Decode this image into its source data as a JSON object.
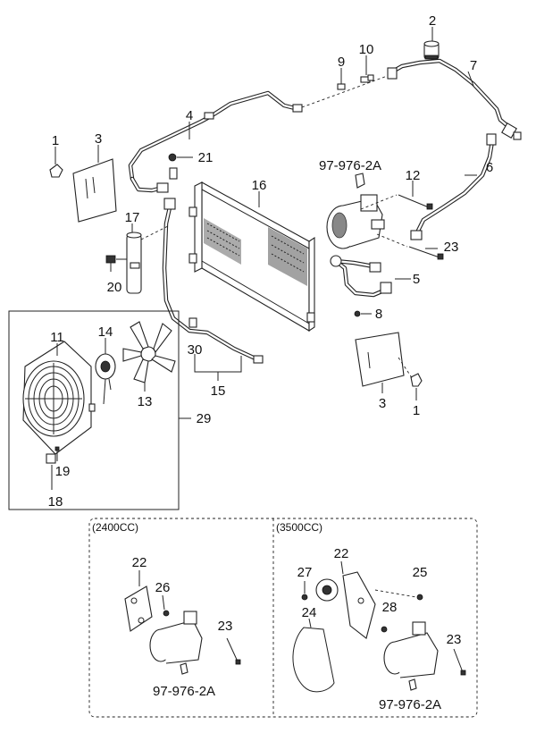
{
  "callouts": {
    "c1a": "1",
    "c1b": "1",
    "c2": "2",
    "c3a": "3",
    "c3b": "3",
    "c4": "4",
    "c5": "5",
    "c6": "6",
    "c7": "7",
    "c8": "8",
    "c9": "9",
    "c10": "10",
    "c11": "11",
    "c12": "12",
    "c13": "13",
    "c14": "14",
    "c15": "15",
    "c16": "16",
    "c17": "17",
    "c18": "18",
    "c19": "19",
    "c20": "20",
    "c21": "21",
    "c22a": "22",
    "c22b": "22",
    "c23a": "23",
    "c23b": "23",
    "c23c": "23",
    "c24": "24",
    "c25": "25",
    "c26": "26",
    "c27": "27",
    "c28": "28",
    "c29": "29",
    "c30": "30"
  },
  "references": {
    "main": "97-976-2A",
    "variant_a": "97-976-2A",
    "variant_b": "97-976-2A"
  },
  "variants": {
    "a_label": "(2400CC)",
    "b_label": "(3500CC)"
  }
}
